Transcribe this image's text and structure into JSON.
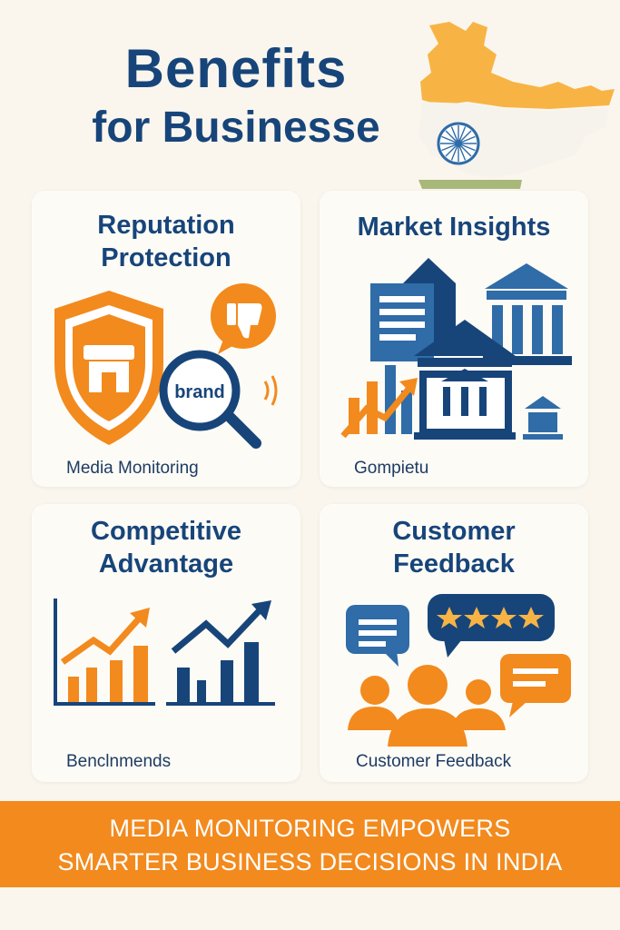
{
  "page_title": {
    "line1": "Benefits",
    "line2": "for Businesse"
  },
  "colors": {
    "navy": "#17457a",
    "blue": "#2f6ca8",
    "orange": "#f28a1e",
    "cream": "#faf6ee",
    "green": "#a8b878",
    "saffron": "#f7b445"
  },
  "cards": [
    {
      "title_lines": [
        "Reputation",
        "Protection"
      ],
      "caption": "Media Monitoring",
      "icons": [
        "shield-storefront-icon",
        "thumbs-down-icon",
        "magnifier-icon"
      ],
      "magnifier_text": "brand"
    },
    {
      "title_lines": [
        "Market Insights"
      ],
      "caption": "Gompietu",
      "icons": [
        "document-icon",
        "bank-building-icon",
        "growth-chart-icon"
      ]
    },
    {
      "title_lines": [
        "Competitive",
        "Advantage"
      ],
      "caption": "Benclnmends",
      "icons": [
        "bar-chart-icon",
        "trend-chart-icon"
      ]
    },
    {
      "title_lines": [
        "Customer",
        "Feedback"
      ],
      "caption": "Customer Feedback",
      "icons": [
        "chat-bubble-icon",
        "star-rating-icon",
        "people-icon"
      ]
    }
  ],
  "banner": {
    "line1": "MEDIA MONITORING EMPOWERS",
    "line2": "SMARTER BUSINESS DECISIONS IN INDIA"
  }
}
